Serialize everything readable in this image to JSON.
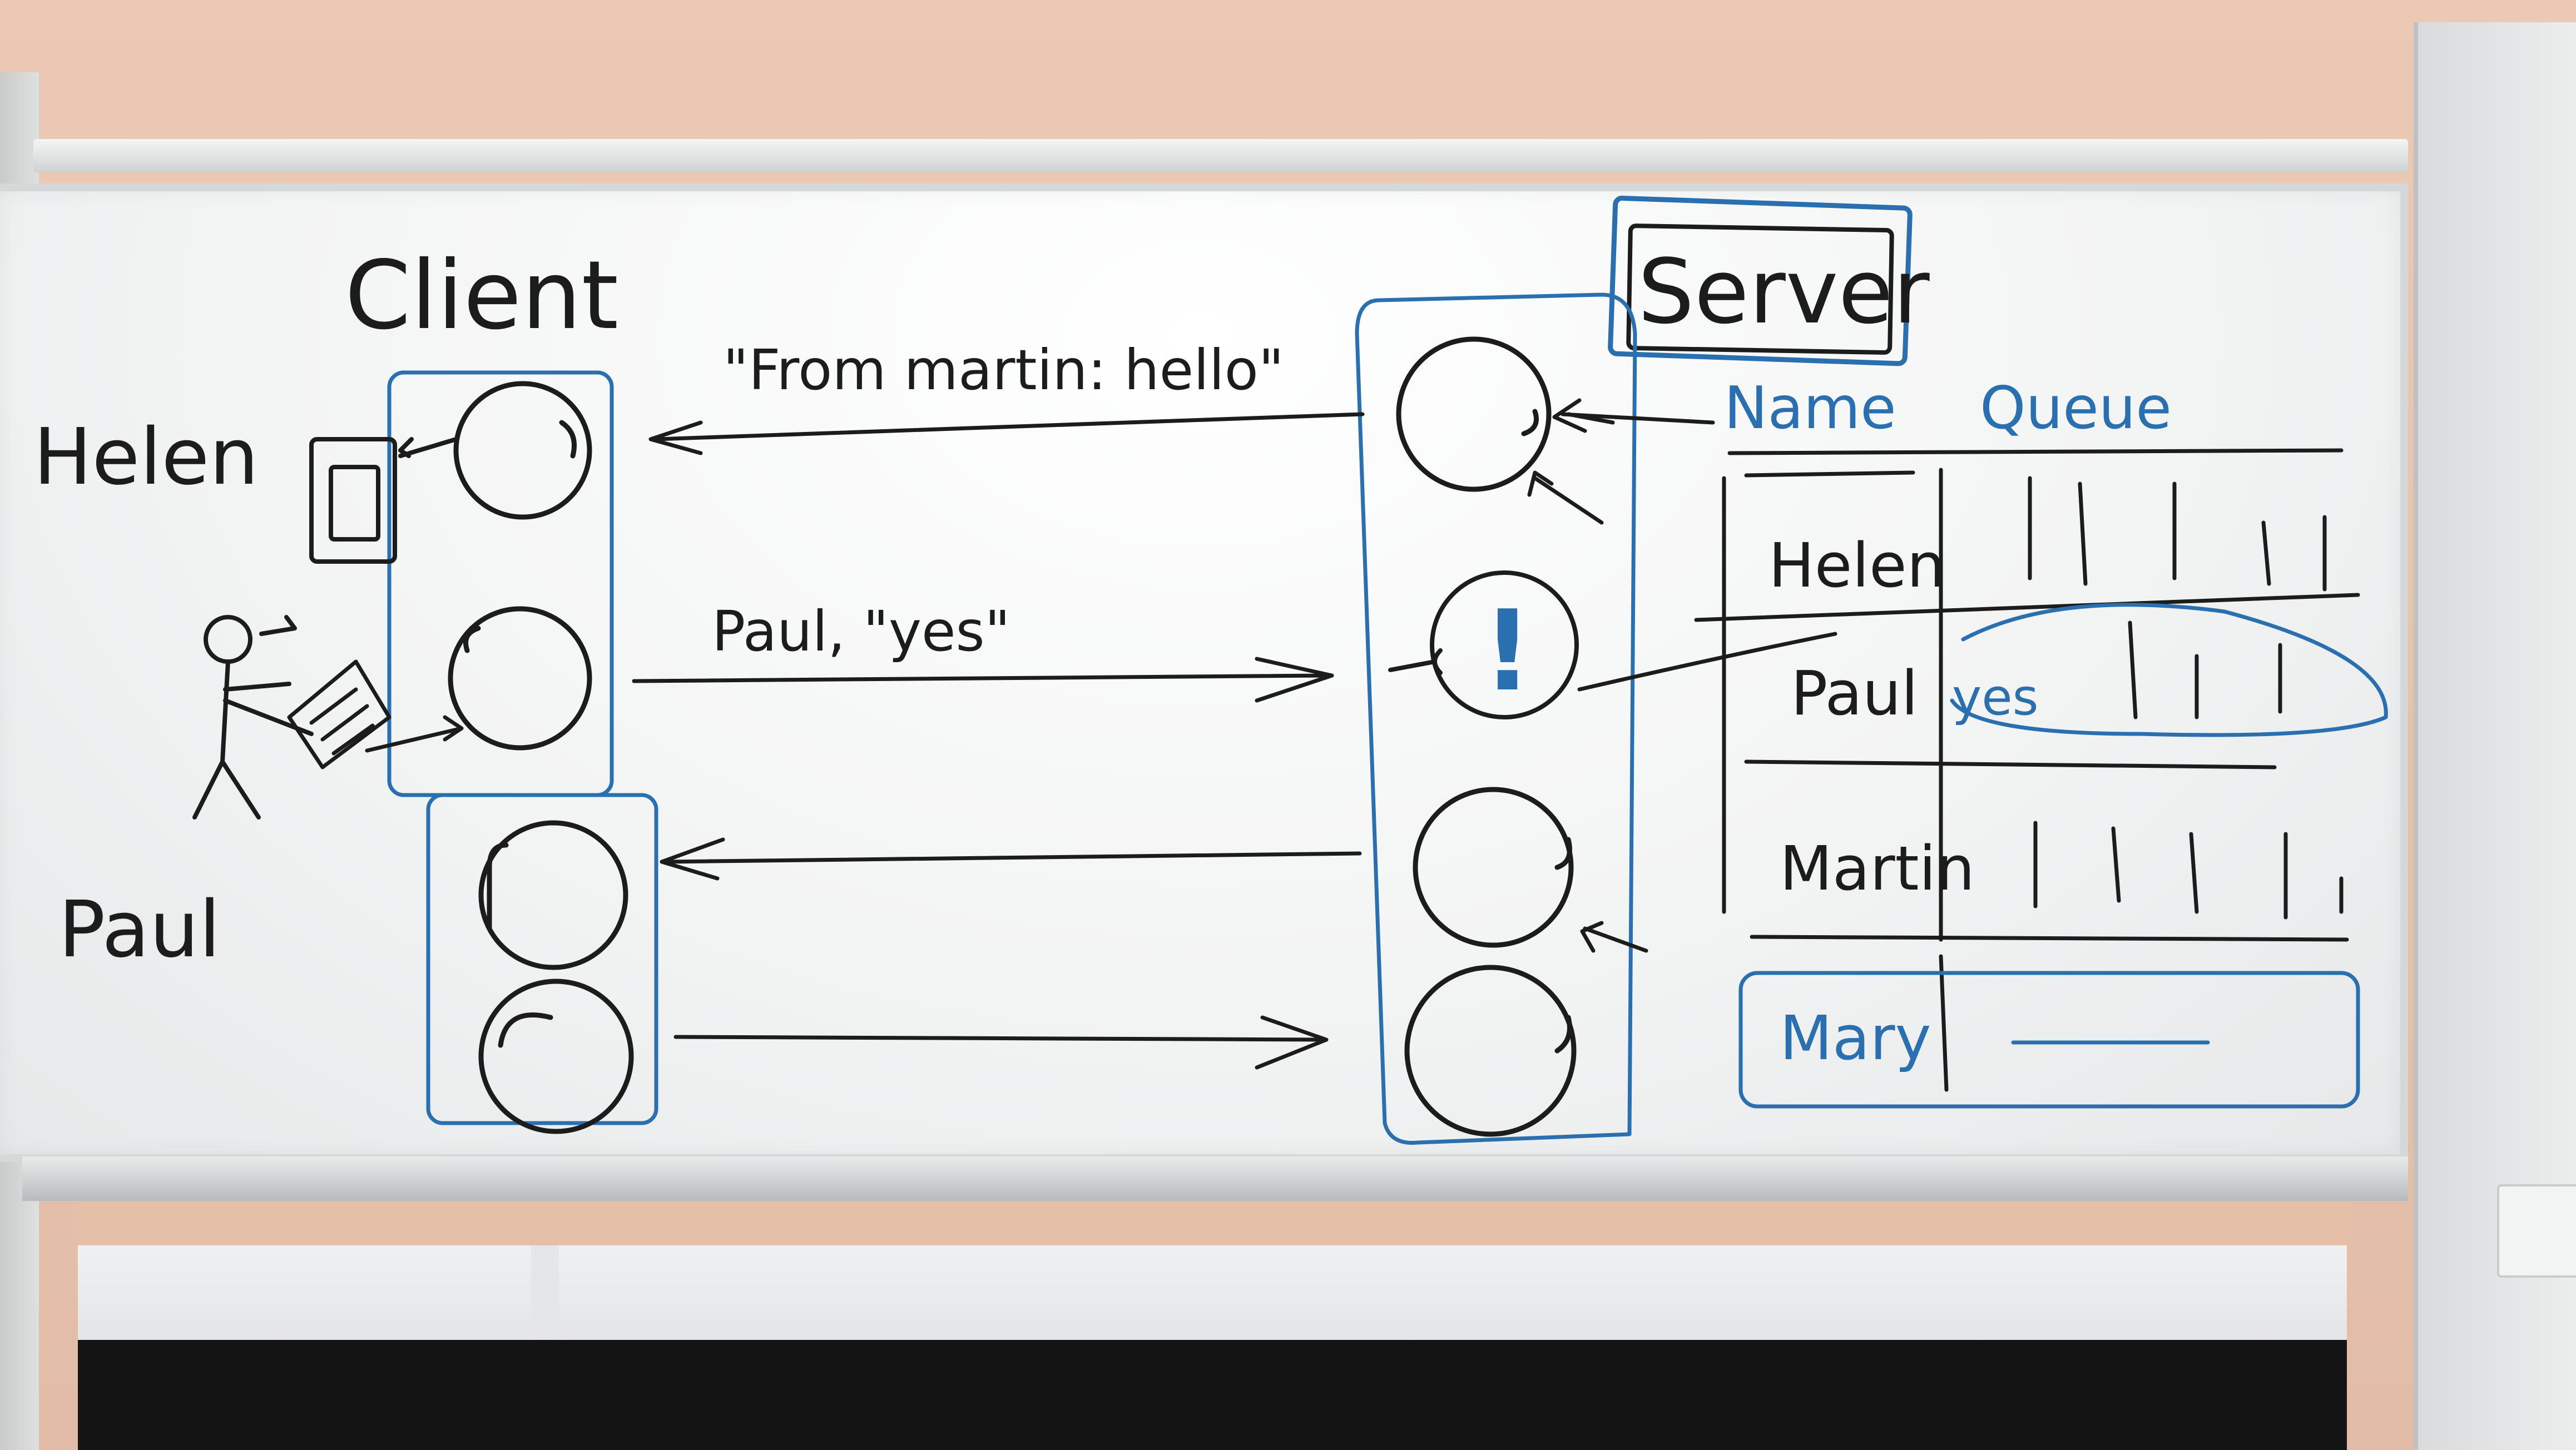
{
  "whiteboard": {
    "client_title": "Client",
    "server_title": "Server",
    "client_users": {
      "helen": "Helen",
      "paul": "Paul"
    },
    "message_helen": "\"From martin: hello\"",
    "message_paul": "Paul, \"yes\"",
    "server_table": {
      "headers": {
        "name": "Name",
        "queue": "Queue"
      },
      "rows": [
        {
          "name": "Helen",
          "queue": ""
        },
        {
          "name": "Paul",
          "queue": "yes"
        },
        {
          "name": "Martin",
          "queue": ""
        },
        {
          "name": "Mary",
          "queue": ""
        }
      ]
    },
    "alert_mark": "!"
  },
  "colors": {
    "black_marker": "#1c1c1c",
    "blue_marker": "#2a6fb0",
    "board": "#f2f3f3"
  }
}
